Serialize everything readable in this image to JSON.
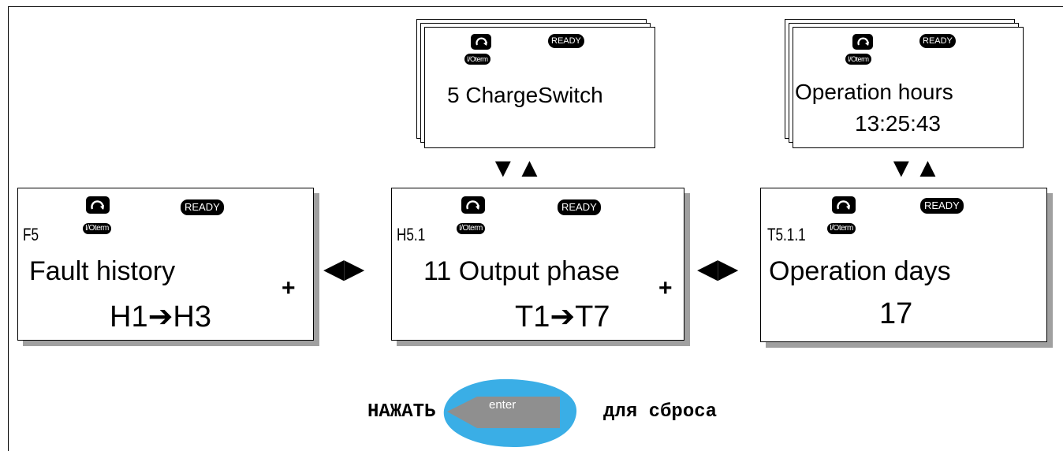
{
  "panels": {
    "fault_history": {
      "code": "F5",
      "title": "Fault history",
      "value": "H1➔H3",
      "ready": "READY",
      "io": "I/Oterm"
    },
    "output_phase": {
      "code": "H5.1",
      "title": "11 Output phase",
      "value": "T1➔T7",
      "ready": "READY",
      "io": "I/Oterm"
    },
    "operation_days": {
      "code": "T5.1.1",
      "title": "Operation days",
      "value": "17",
      "ready": "READY",
      "io": "I/Oterm"
    }
  },
  "stacks": {
    "charge_switch": {
      "title": "5 ChargeSwitch",
      "ready": "READY",
      "io": "I/Oterm"
    },
    "operation_hours": {
      "title": "Operation hours",
      "value": "13:25:43",
      "ready": "READY",
      "io": "I/Oterm"
    }
  },
  "arrows": {
    "left_right": "◀▶",
    "down_up": "▼▲",
    "plus": "+"
  },
  "footer": {
    "press": "НАЖАТЬ",
    "enter": "enter",
    "reset": "для сброса"
  }
}
